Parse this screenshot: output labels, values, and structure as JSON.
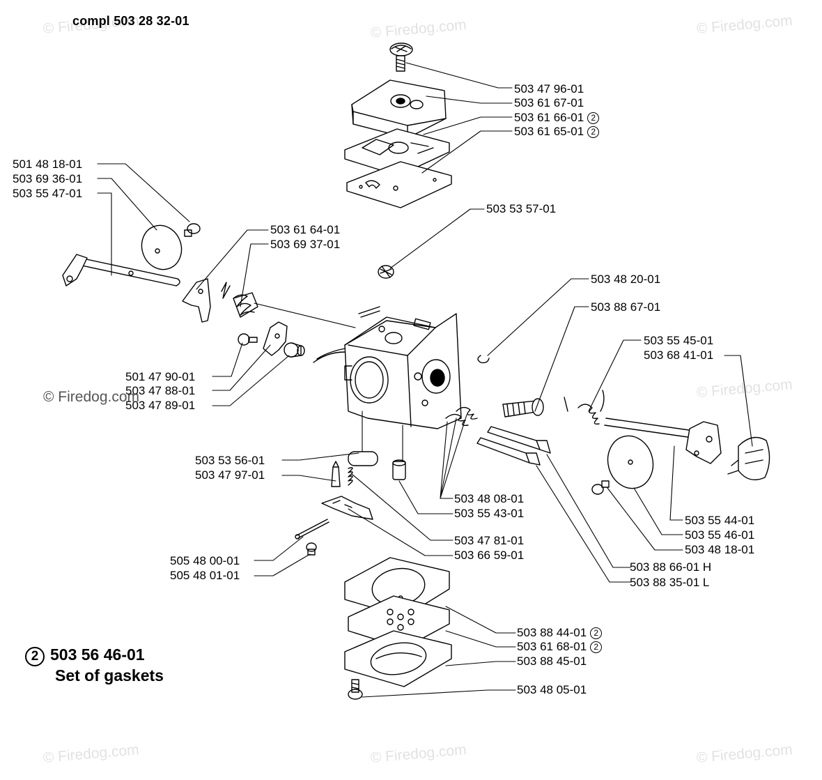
{
  "title": "compl 503 28 32-01",
  "watermark": "© Firedog.com",
  "set_of_gaskets": {
    "marker": "2",
    "part": "503 56 46-01",
    "name": "Set of gaskets"
  },
  "callouts": [
    {
      "part": "503 47 96-01",
      "note": ""
    },
    {
      "part": "503 61 67-01",
      "note": ""
    },
    {
      "part": "503 61 66-01",
      "note": "2"
    },
    {
      "part": "503 61 65-01",
      "note": "2"
    },
    {
      "part": "501 48 18-01",
      "note": ""
    },
    {
      "part": "503 69 36-01",
      "note": ""
    },
    {
      "part": "503 55 47-01",
      "note": ""
    },
    {
      "part": "503 53 57-01",
      "note": ""
    },
    {
      "part": "503 61 64-01",
      "note": ""
    },
    {
      "part": "503 69 37-01",
      "note": ""
    },
    {
      "part": "503 48 20-01",
      "note": ""
    },
    {
      "part": "503 88 67-01",
      "note": ""
    },
    {
      "part": "503 55 45-01",
      "note": ""
    },
    {
      "part": "503 68 41-01",
      "note": ""
    },
    {
      "part": "501 47 90-01",
      "note": ""
    },
    {
      "part": "503 47 88-01",
      "note": ""
    },
    {
      "part": "503 47 89-01",
      "note": ""
    },
    {
      "part": "503 53 56-01",
      "note": ""
    },
    {
      "part": "503 47 97-01",
      "note": ""
    },
    {
      "part": "503 48 08-01",
      "note": ""
    },
    {
      "part": "503 55 43-01",
      "note": ""
    },
    {
      "part": "503 55 44-01",
      "note": ""
    },
    {
      "part": "503 55 46-01",
      "note": ""
    },
    {
      "part": "503 48 18-01",
      "note": ""
    },
    {
      "part": "503 47 81-01",
      "note": ""
    },
    {
      "part": "503 66 59-01",
      "note": ""
    },
    {
      "part": "505 48 00-01",
      "note": ""
    },
    {
      "part": "505 48 01-01",
      "note": ""
    },
    {
      "part": "503 88 66-01 H",
      "note": ""
    },
    {
      "part": "503 88 35-01 L",
      "note": ""
    },
    {
      "part": "503 88 44-01",
      "note": "2"
    },
    {
      "part": "503 61 68-01",
      "note": "2"
    },
    {
      "part": "503 88 45-01",
      "note": ""
    },
    {
      "part": "503 48 05-01",
      "note": ""
    }
  ]
}
